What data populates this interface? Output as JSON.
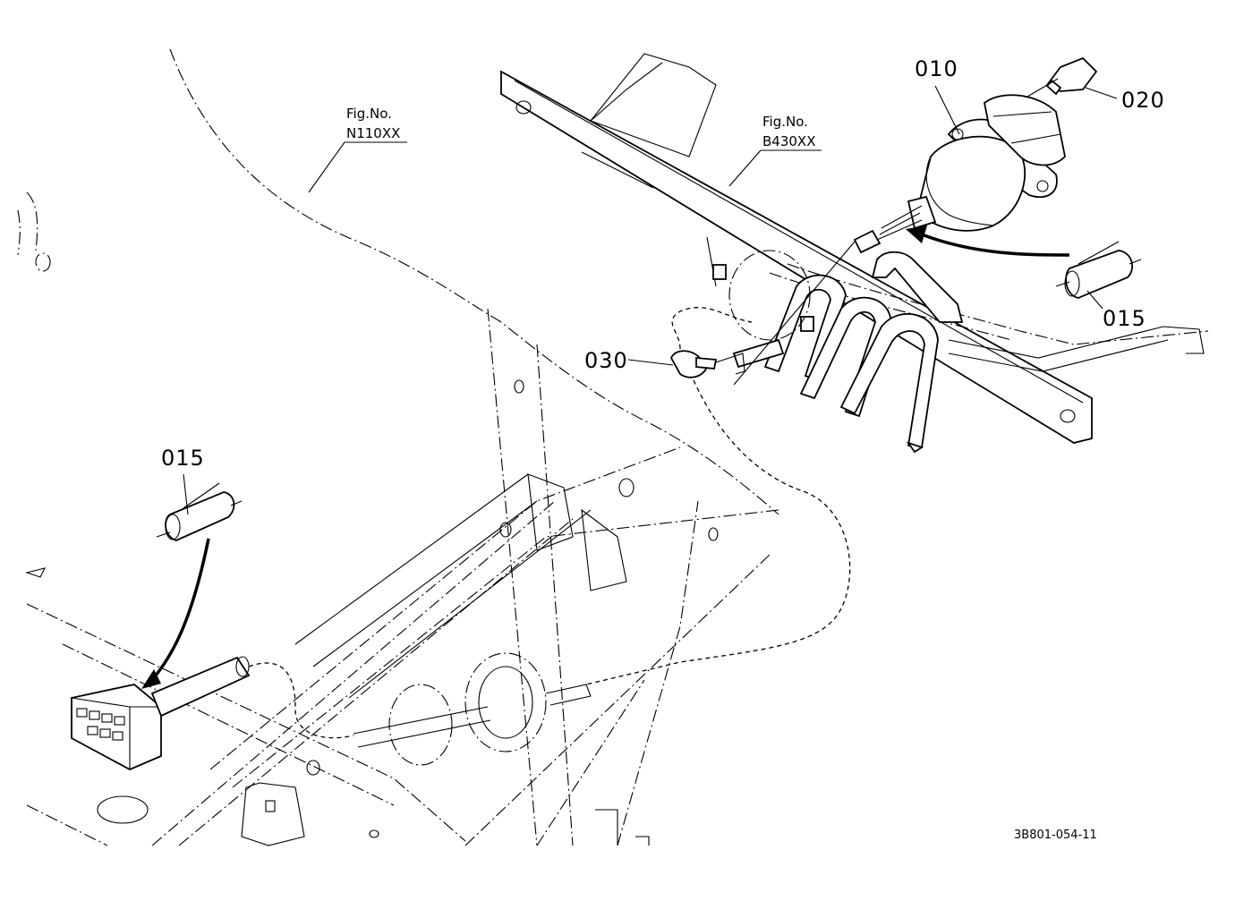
{
  "labels": {
    "part_010": "010",
    "part_020": "020",
    "part_015_right": "015",
    "part_015_left": "015",
    "part_030": "030",
    "fig_left_title": "Fig.No.",
    "fig_left_code": "N110XX",
    "fig_right_title": "Fig.No.",
    "fig_right_code": "B430XX",
    "drawing_code": "3B801-054-11"
  }
}
